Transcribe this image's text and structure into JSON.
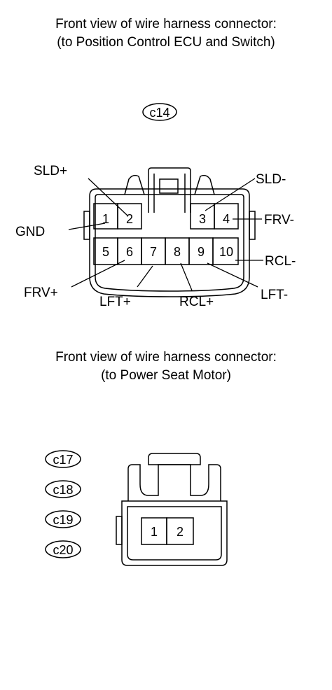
{
  "connector1": {
    "heading_line1": "Front view of wire harness connector:",
    "heading_line2": "(to Position Control ECU and Switch)",
    "code": "c14",
    "pins": [
      "1",
      "2",
      "3",
      "4",
      "5",
      "6",
      "7",
      "8",
      "9",
      "10"
    ],
    "labels": {
      "sld_plus": "SLD+",
      "sld_minus": "SLD-",
      "gnd": "GND",
      "frv_minus": "FRV-",
      "rcl_minus": "RCL-",
      "frv_plus": "FRV+",
      "lft_plus": "LFT+",
      "rcl_plus": "RCL+",
      "lft_minus": "LFT-"
    }
  },
  "connector2": {
    "heading_line1": "Front view of wire harness connector:",
    "heading_line2": "(to Power Seat Motor)",
    "codes": [
      "c17",
      "c18",
      "c19",
      "c20"
    ],
    "pins": [
      "1",
      "2"
    ]
  }
}
